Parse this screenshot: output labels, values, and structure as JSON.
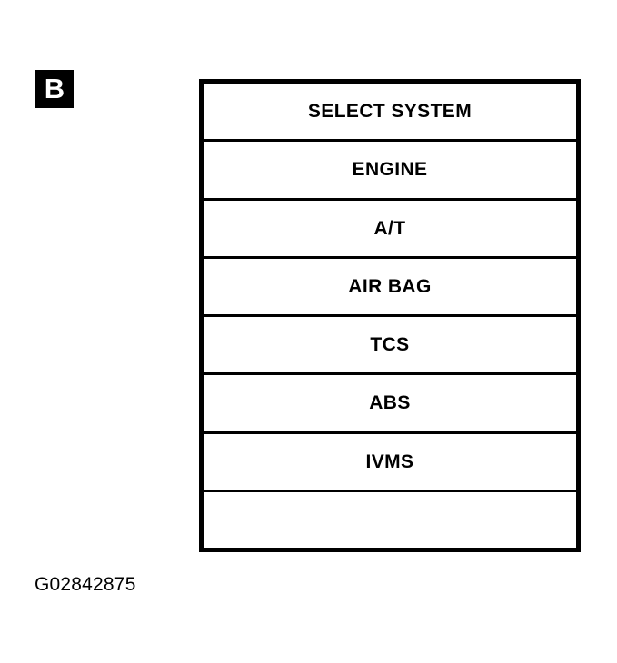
{
  "figure": {
    "badge_letter": "B",
    "caption": "G02842875"
  },
  "menu": {
    "title": "SELECT SYSTEM",
    "rows": [
      {
        "label": "SELECT SYSTEM",
        "kind": "header"
      },
      {
        "label": "ENGINE",
        "kind": "option"
      },
      {
        "label": "A/T",
        "kind": "option"
      },
      {
        "label": "AIR BAG",
        "kind": "option"
      },
      {
        "label": "TCS",
        "kind": "option"
      },
      {
        "label": "ABS",
        "kind": "option"
      },
      {
        "label": "IVMS",
        "kind": "option"
      },
      {
        "label": "",
        "kind": "blank"
      }
    ]
  },
  "colors": {
    "ink": "#000000",
    "paper": "#ffffff"
  }
}
